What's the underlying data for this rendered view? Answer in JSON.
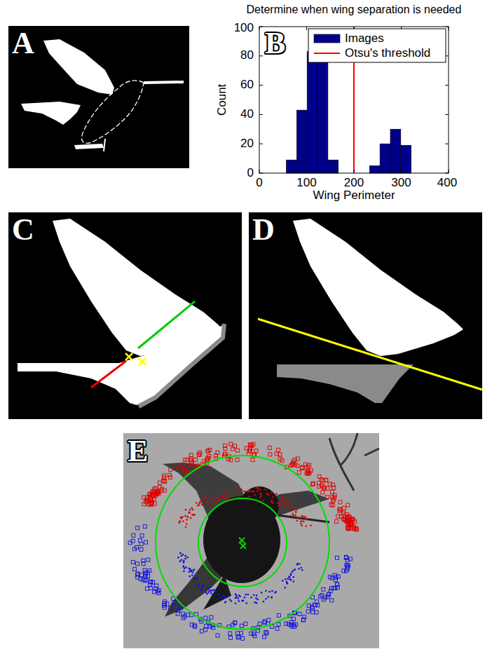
{
  "diagram": {
    "title": "Determine when wing separation is needed",
    "labels": [
      "A",
      "B",
      "C",
      "D",
      "E",
      "Count",
      "Wing Perimeter",
      "0",
      "20",
      "40",
      "60",
      "80",
      "100",
      "0",
      "100",
      "200",
      "300",
      "400"
    ],
    "legend": [
      {
        "text": "Images",
        "color": "#00008b"
      },
      {
        "text": "Otsu's threshold"
      }
    ]
  }
}
